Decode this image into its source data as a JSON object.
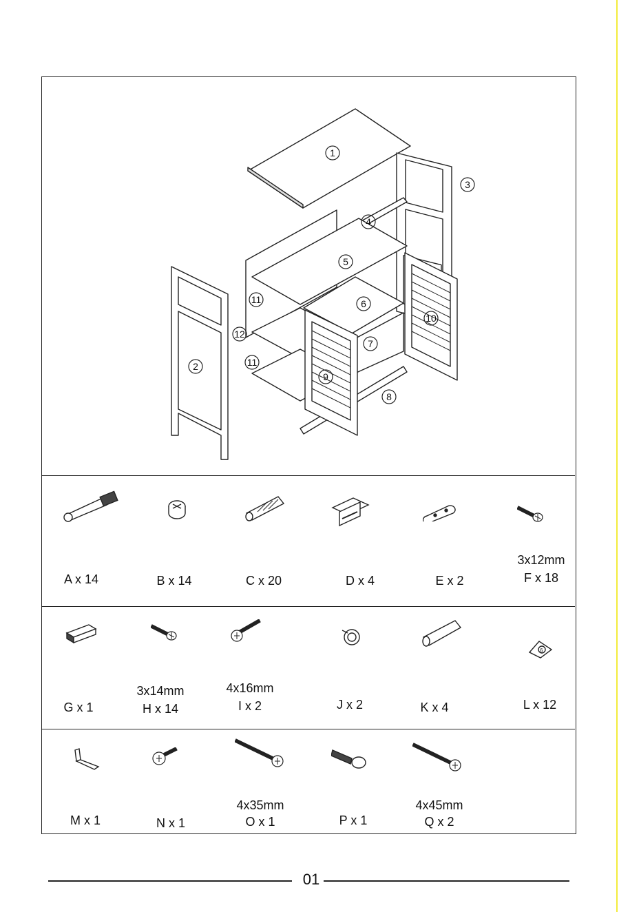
{
  "exploded_view": {
    "part_numbers": [
      "1",
      "2",
      "3",
      "4",
      "5",
      "6",
      "7",
      "8",
      "9",
      "10",
      "11",
      "12",
      "11"
    ]
  },
  "hardware": {
    "row1": [
      {
        "label": "A x 14",
        "size": "",
        "icon": "cam-bolt-icon"
      },
      {
        "label": "B x 14",
        "size": "",
        "icon": "cam-lock-icon"
      },
      {
        "label": "C x 20",
        "size": "",
        "icon": "wooden-dowel-icon"
      },
      {
        "label": "D x 4",
        "size": "",
        "icon": "hinge-icon"
      },
      {
        "label": "E x 2",
        "size": "",
        "icon": "strike-plate-icon"
      },
      {
        "label": "F x 18",
        "size": "3x12mm",
        "icon": "screw-icon"
      }
    ],
    "row2": [
      {
        "label": "G x 1",
        "size": "",
        "icon": "magnetic-catch-icon"
      },
      {
        "label": "H x 14",
        "size": "3x14mm",
        "icon": "screw-icon"
      },
      {
        "label": "I  x 2",
        "size": "4x16mm",
        "icon": "screw-icon"
      },
      {
        "label": "J x 2",
        "size": "",
        "icon": "knob-icon"
      },
      {
        "label": "K x 4",
        "size": "",
        "icon": "shelf-pin-icon"
      },
      {
        "label": "L x 12",
        "size": "",
        "icon": "screw-cap-icon"
      }
    ],
    "row3": [
      {
        "label": "M x 1",
        "size": "",
        "icon": "anti-tip-bracket-icon"
      },
      {
        "label": "N x 1",
        "size": "",
        "icon": "screw-icon"
      },
      {
        "label": "O x 1",
        "size": "4x35mm",
        "icon": "long-screw-icon"
      },
      {
        "label": "P x 1",
        "size": "",
        "icon": "wall-anchor-icon"
      },
      {
        "label": "Q x  2",
        "size": "4x45mm",
        "icon": "long-screw-icon"
      }
    ]
  },
  "page": {
    "number": "01"
  }
}
